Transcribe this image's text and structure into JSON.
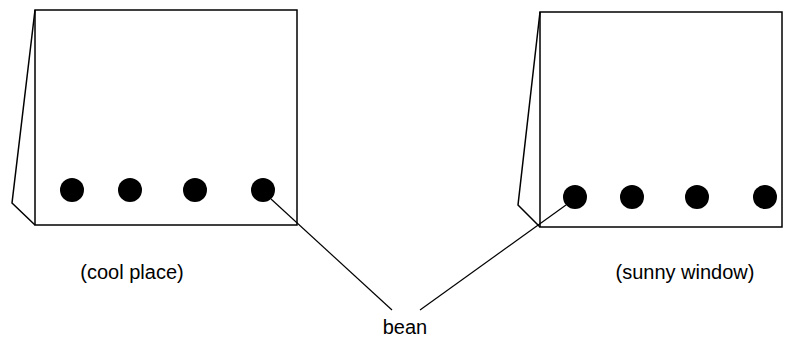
{
  "diagram": {
    "labels": [
      "(cool place)",
      "(sunny window)",
      "bean"
    ]
  }
}
